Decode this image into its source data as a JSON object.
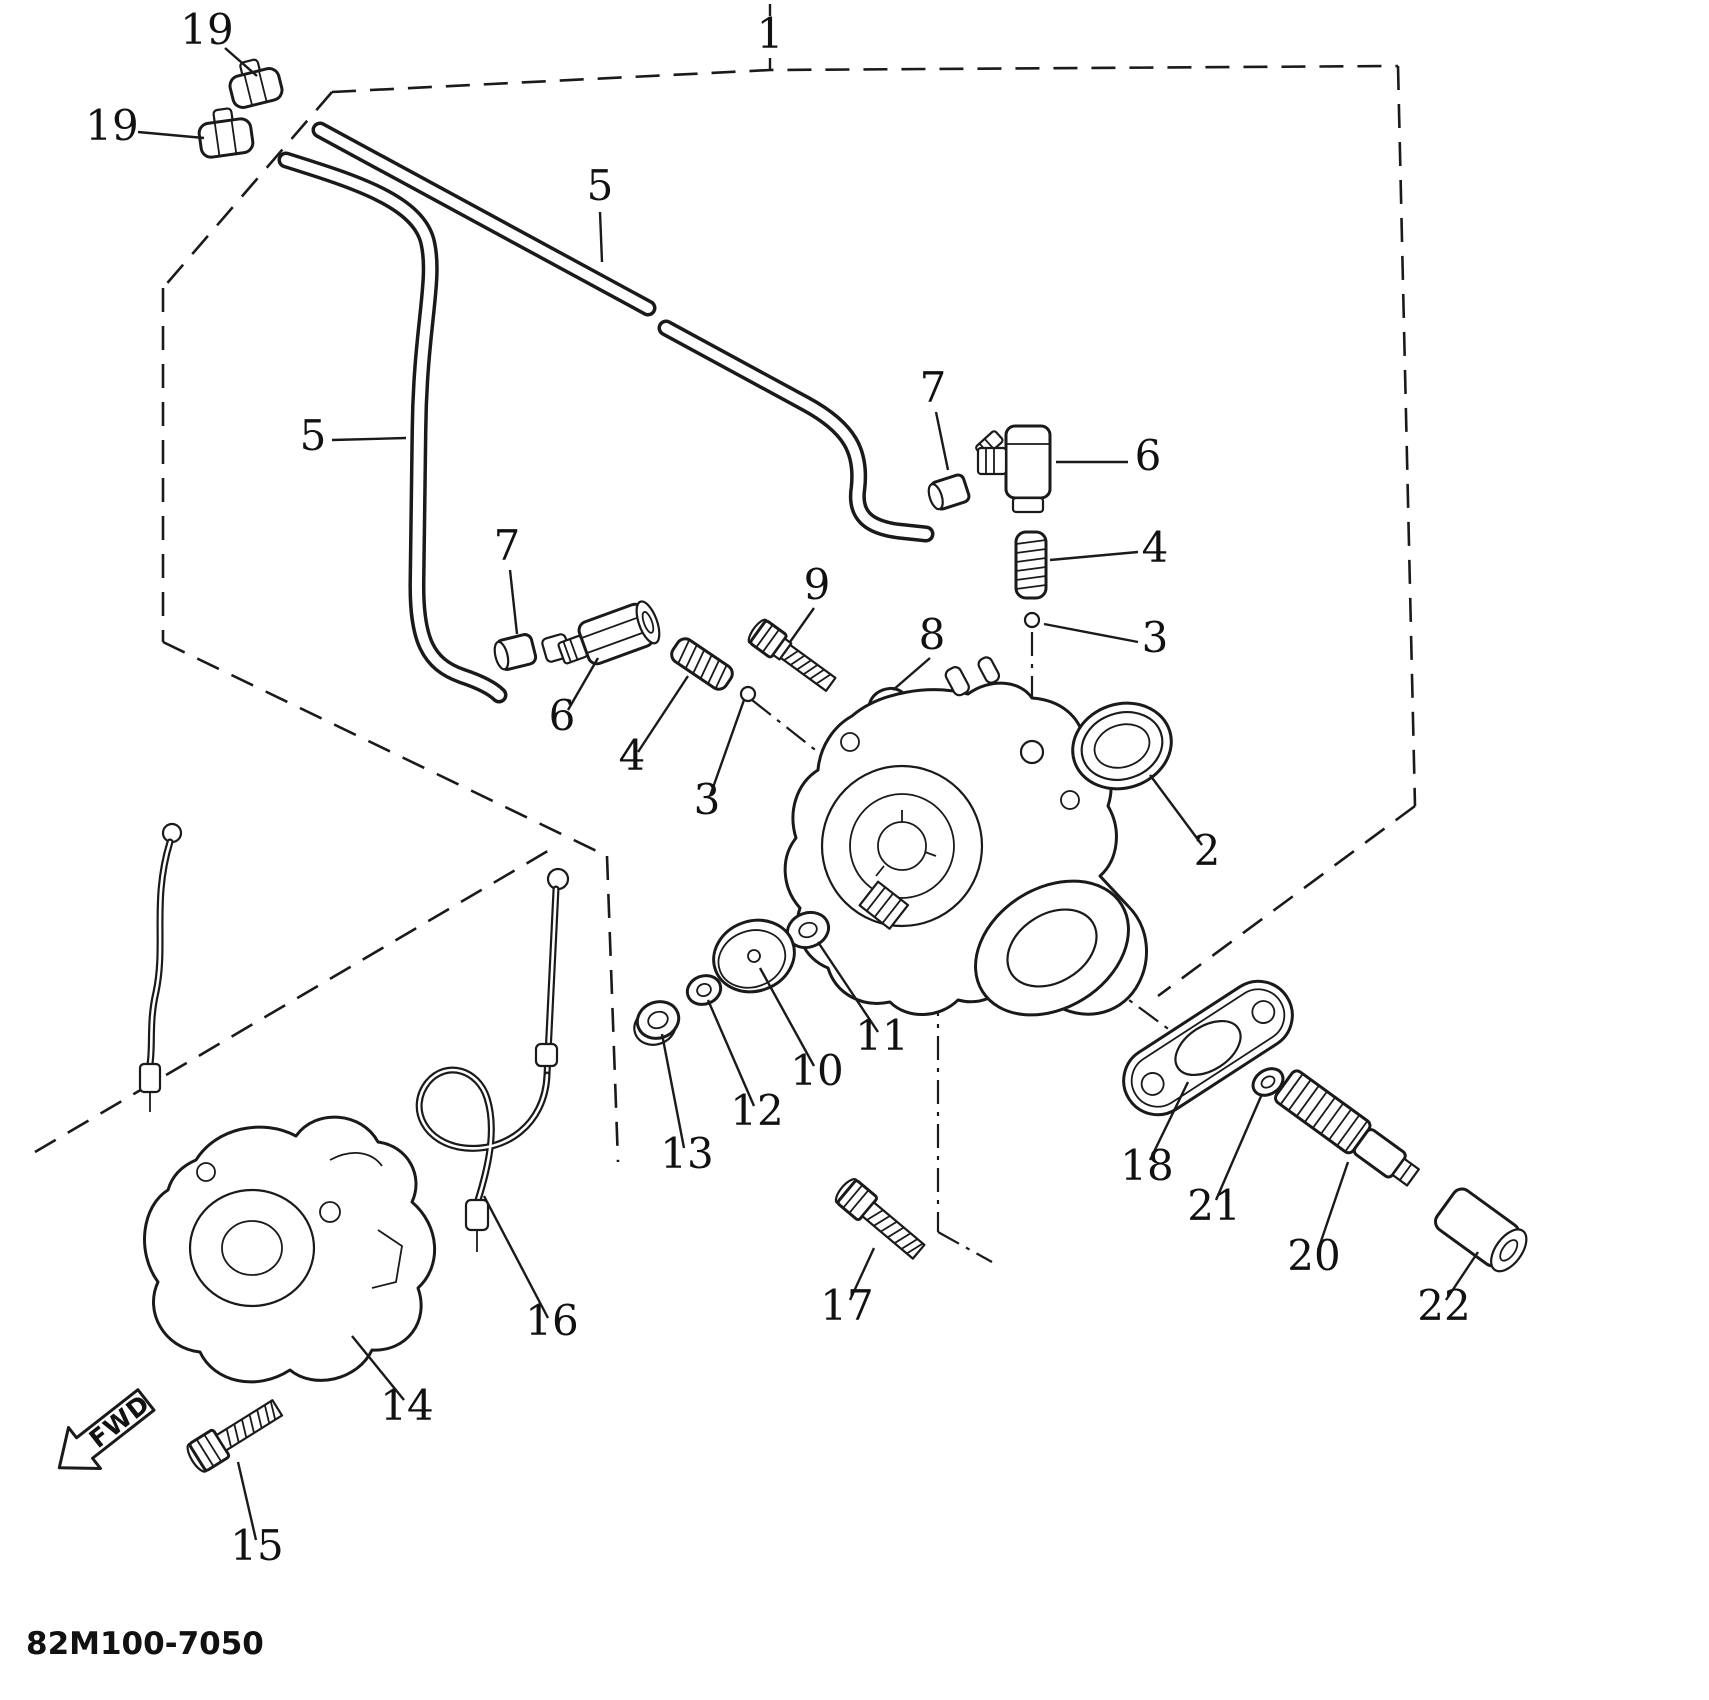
{
  "diagram": {
    "part_code": "82M100-7050",
    "fwd_label": "FWD",
    "callouts": [
      {
        "ref": "1"
      },
      {
        "ref": "19"
      },
      {
        "ref": "19"
      },
      {
        "ref": "5"
      },
      {
        "ref": "5"
      },
      {
        "ref": "7"
      },
      {
        "ref": "6"
      },
      {
        "ref": "4"
      },
      {
        "ref": "3"
      },
      {
        "ref": "7"
      },
      {
        "ref": "6"
      },
      {
        "ref": "4"
      },
      {
        "ref": "3"
      },
      {
        "ref": "9"
      },
      {
        "ref": "8"
      },
      {
        "ref": "2"
      },
      {
        "ref": "11"
      },
      {
        "ref": "10"
      },
      {
        "ref": "12"
      },
      {
        "ref": "13"
      },
      {
        "ref": "18"
      },
      {
        "ref": "21"
      },
      {
        "ref": "20"
      },
      {
        "ref": "22"
      },
      {
        "ref": "17"
      },
      {
        "ref": "16"
      },
      {
        "ref": "14"
      },
      {
        "ref": "15"
      }
    ]
  }
}
